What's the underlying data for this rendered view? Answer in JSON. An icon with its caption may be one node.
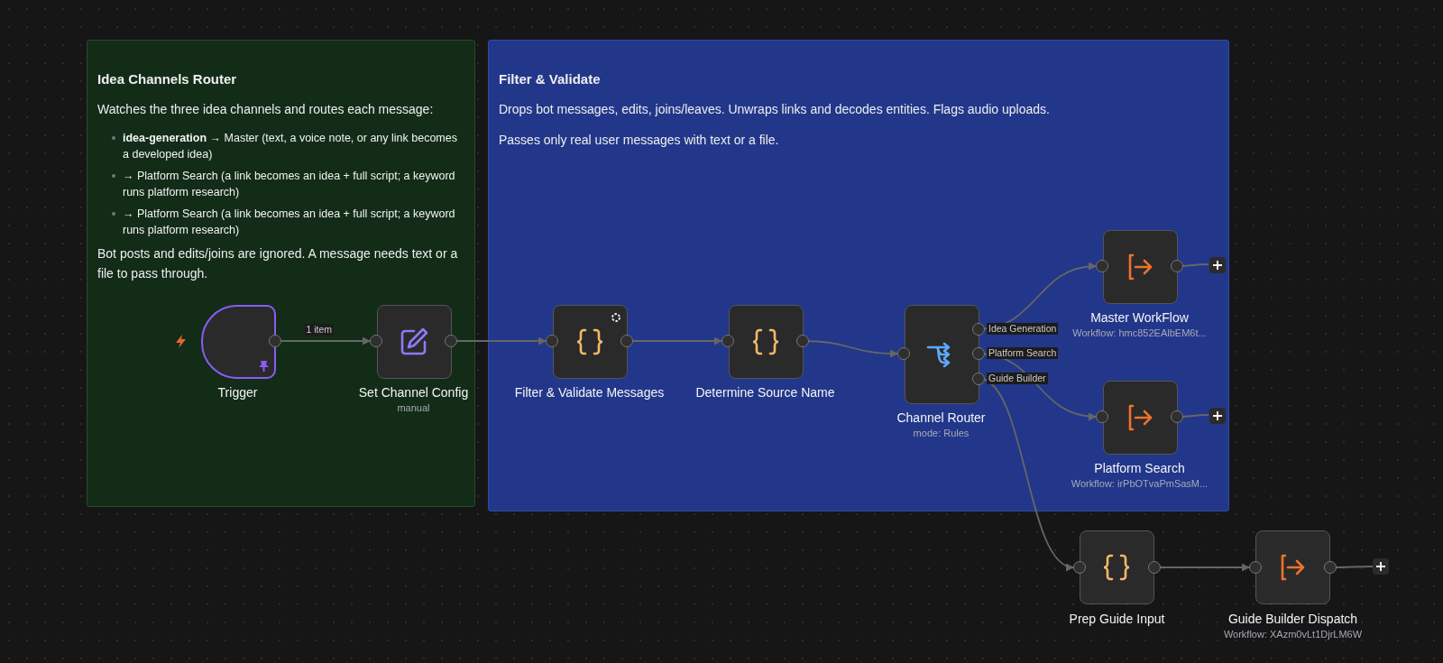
{
  "diagram": {
    "nodes": [
      {
        "text": [
          "Idea Channels Router",
          "Watches the three idea channels and routes each message:",
          "**idea-generation** → Master (text, a voice note, or any link becomes a developed idea)",
          "→ Platform Search (a link becomes an idea + full script; a keyword runs platform research)",
          "→ Platform Search (a link becomes an idea + full script; a keyword runs platform research)",
          "Bot posts and edits/joins are ignored. A message needs text or a file to pass through."
        ]
      },
      {
        "text": [
          "Filter & Validate",
          "Drops bot messages, edits, joins/leaves. Unwraps links and decodes entities. Flags audio uploads.",
          "Passes only real user messages with text or a file."
        ]
      },
      {
        "text": [
          "Trigger"
        ],
        "in": 0
      },
      {
        "text": [
          "Set Channel Config"
        ],
        "beside": [
          "manual"
        ],
        "in": 0
      },
      {
        "text": [
          "Filter & Validate Messages"
        ],
        "in": 1
      },
      {
        "text": [
          "Determine Source Name"
        ],
        "in": 1
      },
      {
        "text": [
          "Channel Router"
        ],
        "beside": [
          "mode: Rules"
        ],
        "in": 1
      },
      {
        "text": [
          "Master WorkFlow"
        ],
        "beside": [
          "Workflow: hmc852EAlbEM6t..."
        ],
        "in": 1
      },
      {
        "text": [
          "Platform Search"
        ],
        "beside": [
          "Workflow: irPbOTvaPmSasM..."
        ],
        "in": 1
      },
      {
        "text": [
          "Prep Guide Input"
        ]
      },
      {
        "text": [
          "Guide Builder Dispatch"
        ],
        "beside": [
          "Workflow: XAzm0vLt1DjrLM6W"
        ]
      },
      {
        "text": [],
        "shape": "box",
        "in": 1
      },
      {
        "text": [],
        "shape": "box",
        "in": 1
      },
      {
        "text": [],
        "shape": "box"
      }
    ],
    "edges": [
      {
        "from": 2,
        "to": 3,
        "arrow": "to",
        "label": "1 item"
      },
      {
        "from": 3,
        "to": 4,
        "arrow": "to"
      },
      {
        "from": 4,
        "to": 5,
        "arrow": "to"
      },
      {
        "from": 5,
        "to": 6,
        "arrow": "to"
      },
      {
        "from": 6,
        "to": 7,
        "arrow": "to",
        "label": "Idea Generation"
      },
      {
        "from": 6,
        "to": 8,
        "arrow": "to",
        "label": "Platform Search"
      },
      {
        "from": 6,
        "to": 9,
        "arrow": "to",
        "label": "Guide Builder"
      },
      {
        "from": 9,
        "to": 10,
        "arrow": "to"
      },
      {
        "from": 7,
        "to": 11,
        "arrow": "none"
      },
      {
        "from": 8,
        "to": 12,
        "arrow": "none"
      },
      {
        "from": 10,
        "to": 13,
        "arrow": "none"
      }
    ]
  }
}
